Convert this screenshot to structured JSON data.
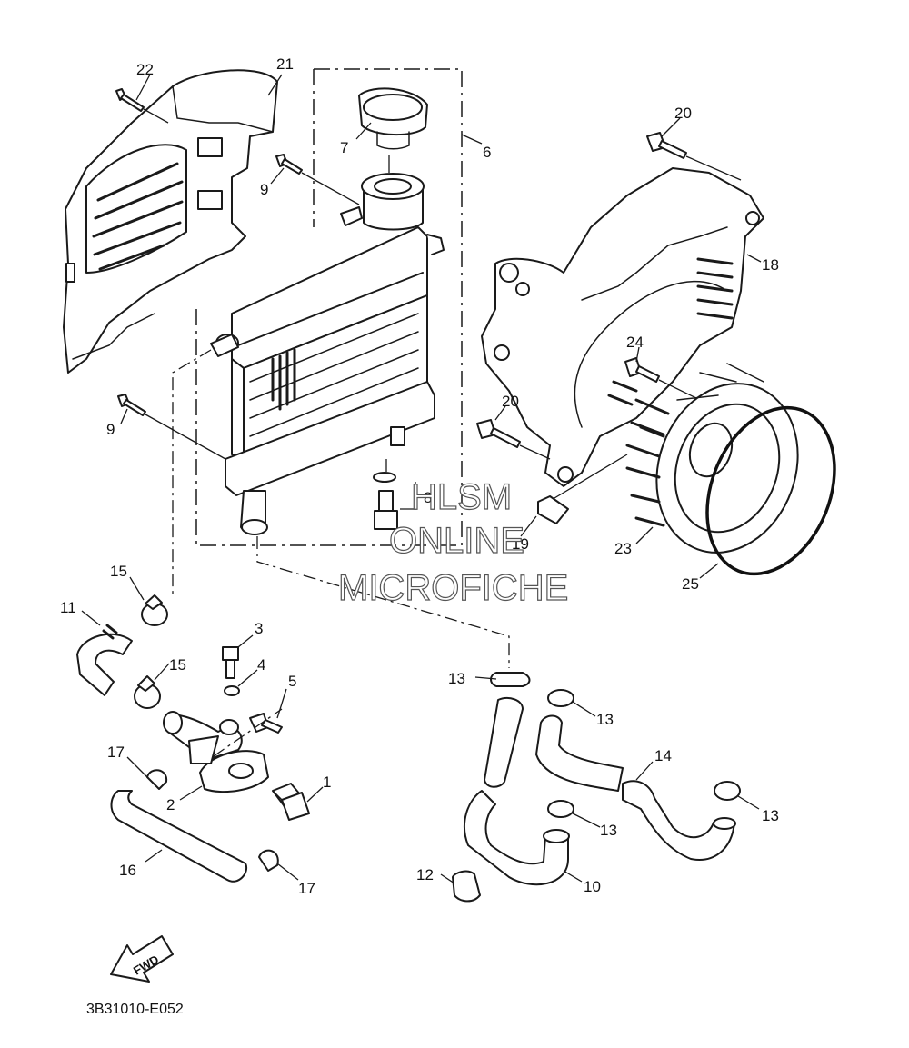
{
  "diagram": {
    "code": "3B31010-E052",
    "fwd_label": "FWD",
    "watermark": {
      "line1": "HLSM",
      "line2": "ONLINE",
      "line3": "MICROFICHE"
    },
    "callouts": {
      "c1": "1",
      "c2": "2",
      "c3": "3",
      "c4": "4",
      "c5": "5",
      "c6": "6",
      "c7": "7",
      "c8": "8",
      "c9a": "9",
      "c9b": "9",
      "c10": "10",
      "c11": "11",
      "c12": "12",
      "c13a": "13",
      "c13b": "13",
      "c13c": "13",
      "c13d": "13",
      "c14": "14",
      "c15a": "15",
      "c15b": "15",
      "c16": "16",
      "c17a": "17",
      "c17b": "17",
      "c18": "18",
      "c19": "19",
      "c20a": "20",
      "c20b": "20",
      "c21": "21",
      "c22": "22",
      "c23": "23",
      "c24": "24",
      "c25": "25"
    }
  }
}
